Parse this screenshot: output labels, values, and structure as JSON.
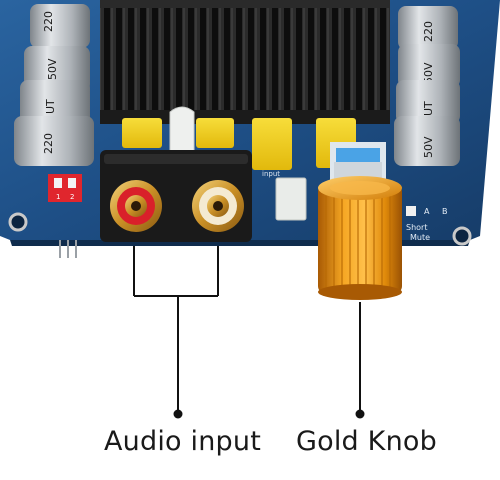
{
  "captions": {
    "audio_input": "Audio input",
    "gold_knob": "Gold Knob"
  },
  "board_labels": {
    "capacitor_value": "220",
    "capacitor_voltage": "50V",
    "capacitor_series": "UT",
    "dip_switch_numbers": [
      "1",
      "2"
    ],
    "input_label": "input",
    "short_label": "Short",
    "mute_label": "Mute",
    "jumper_label_a": "A",
    "jumper_label_b": "B"
  },
  "colors": {
    "pcb": "#1e4f86",
    "heatsink": "#141414",
    "capacitor_body": "#b9bec3",
    "film_capacitor": "#f2d21a",
    "knob": "#e8920c",
    "rca_left_ring": "#d9202a",
    "rca_right_ring": "#f4ead2",
    "connector_gold": "#d6a73a",
    "callout_line": "#111111"
  },
  "icons": [
    "rca-jack-red",
    "rca-jack-white",
    "volume-knob",
    "dip-switch",
    "mounting-hole"
  ]
}
